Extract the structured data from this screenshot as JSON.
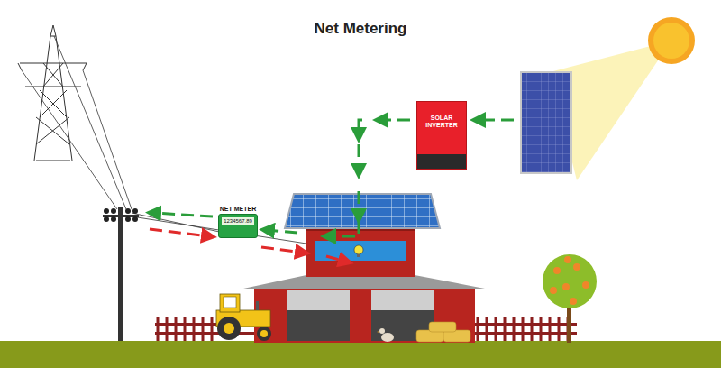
{
  "diagram": {
    "title": "Net Metering",
    "nodes": [
      {
        "text": [
          "SOLAR INVERTER"
        ]
      },
      {
        "text": [
          "NET METER",
          "1234567.89"
        ]
      }
    ]
  }
}
